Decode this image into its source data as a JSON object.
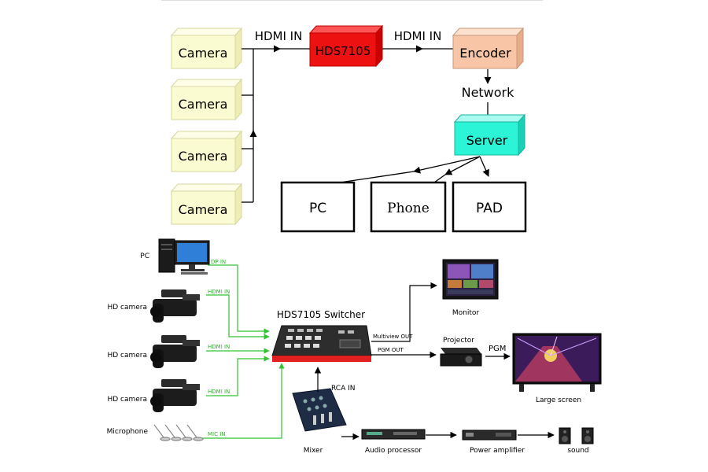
{
  "top_diagram": {
    "cameras": [
      "Camera",
      "Camera",
      "Camera",
      "Camera"
    ],
    "link_in": "HDMI IN",
    "link_out": "HDMI IN",
    "switcher": "HDS7105",
    "encoder": "Encoder",
    "network": "Network",
    "server": "Server",
    "clients": [
      "PC",
      "Phone",
      "PAD"
    ]
  },
  "bottom_diagram": {
    "sources": {
      "pc": "PC",
      "hd_camera_1": "HD camera",
      "hd_camera_2": "HD camera",
      "hd_camera_3": "HD camera",
      "microphone": "Microphone"
    },
    "links": {
      "dp_in": "DP IN",
      "hdmi_in_1": "HDMI IN",
      "hdmi_in_2": "HDMI IN",
      "hdmi_in_3": "HDMI IN",
      "mic_in": "MIC IN",
      "rca_in": "RCA IN",
      "multiview_out": "Multiview OUT",
      "pgm_out": "PGM OUT",
      "pgm": "PGM"
    },
    "switcher": "HDS7105 Switcher",
    "monitor": "Monitor",
    "projector": "Projector",
    "large_screen": "Large screen",
    "mixer": "Mixer",
    "audio_processor": "Audio processor",
    "power_amplifier": "Power amplifier",
    "sound": "sound"
  },
  "colors": {
    "camera_box": "#fbfbd2",
    "switcher_box": "#ee1111",
    "encoder_box": "#f8c6a6",
    "server_box": "#2cf4d6",
    "signal_line": "#33c233"
  }
}
